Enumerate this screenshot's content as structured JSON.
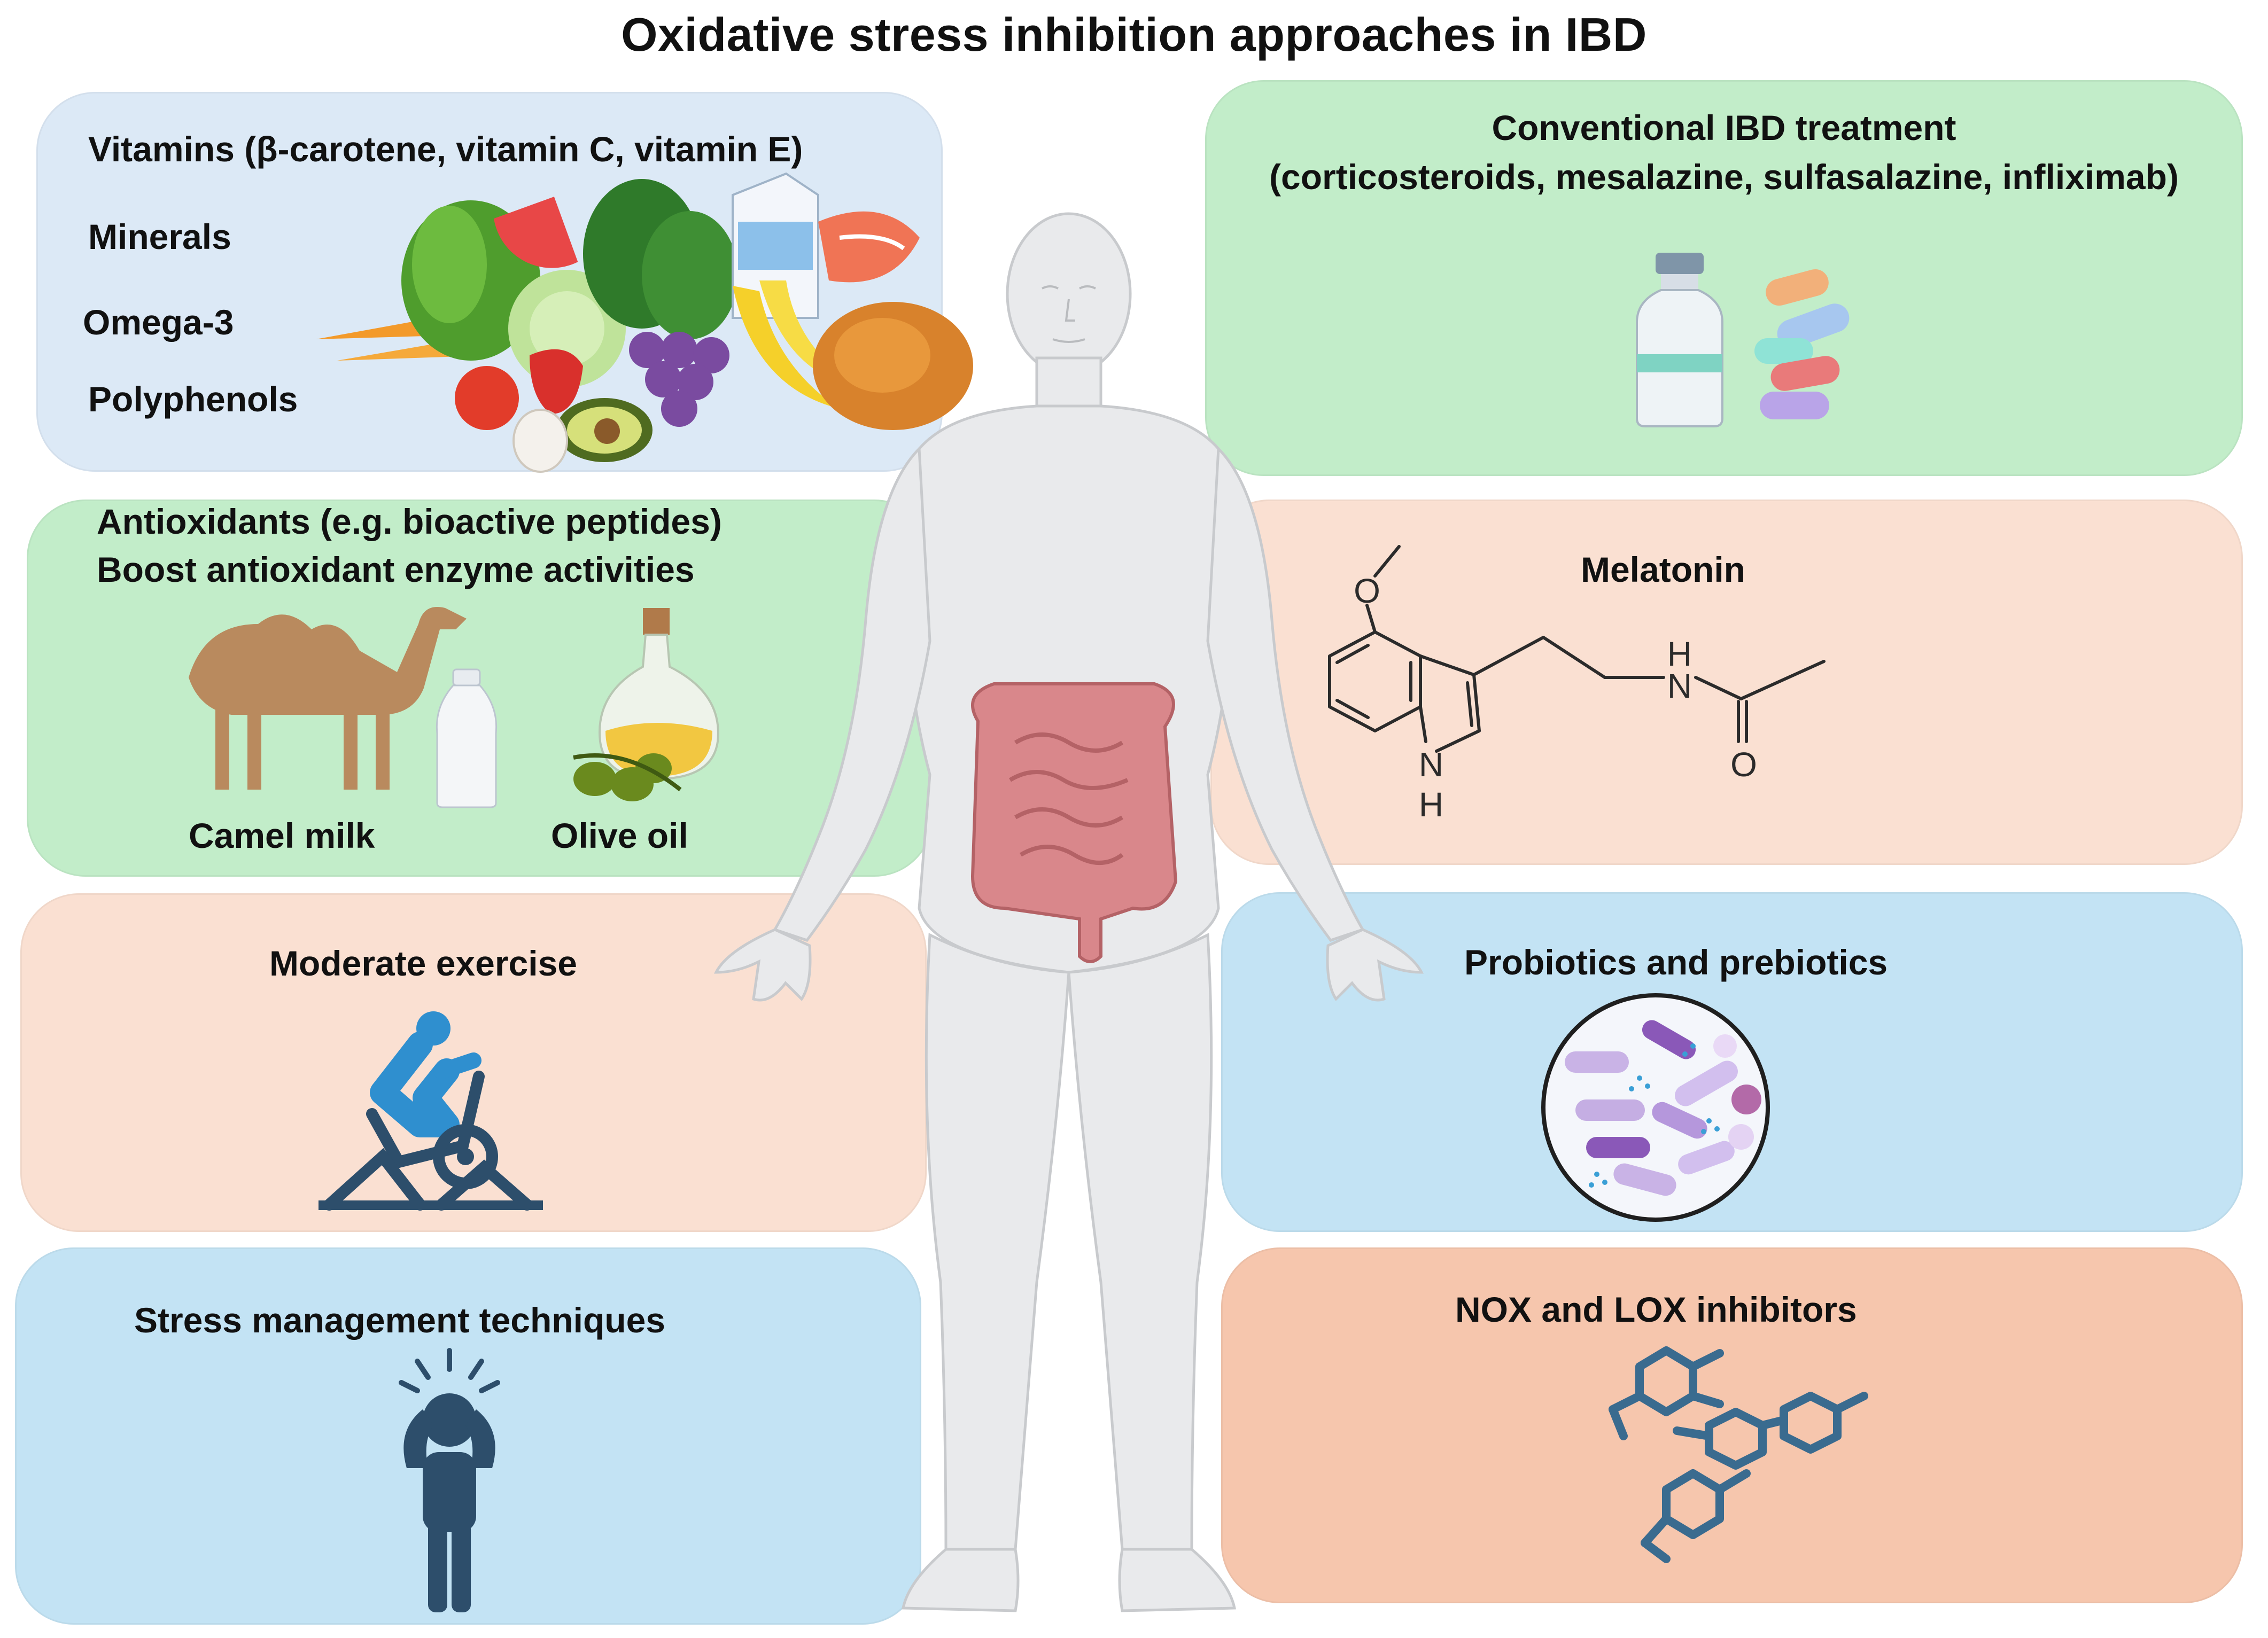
{
  "title": "Oxidative stress inhibition approaches in IBD",
  "panels": {
    "diet": {
      "items": [
        "Vitamins (β-carotene, vitamin C, vitamin E)",
        "Minerals",
        "Omega-3",
        "Polyphenols"
      ],
      "color": "#dce9f6"
    },
    "antioxidants": {
      "line1": "Antioxidants (e.g. bioactive peptides)",
      "line2": "Boost antioxidant enzyme activities",
      "camel_label": "Camel milk",
      "olive_label": "Olive oil",
      "color": "#c2edc9"
    },
    "exercise": {
      "label": "Moderate exercise",
      "color": "#fae0d2"
    },
    "stress": {
      "label": "Stress management techniques",
      "color": "#c3e3f4"
    },
    "conventional": {
      "line1": "Conventional IBD treatment",
      "line2": "(corticosteroids, mesalazine, sulfasalazine, infliximab)",
      "color": "#c2edc9"
    },
    "melatonin": {
      "label": "Melatonin",
      "atoms": {
        "o_top": "O",
        "n_amide": "N",
        "h_amide": "H",
        "o_carbonyl": "O",
        "n_ring": "N",
        "h_ring": "H"
      },
      "color": "#fae0d2"
    },
    "probiotics": {
      "label": "Probiotics and prebiotics",
      "color": "#c3e3f4"
    },
    "inhibitors": {
      "label": "NOX and LOX inhibitors",
      "color": "#f6c6ad"
    }
  },
  "icons": {
    "food": "food-group-icon",
    "camel": "camel-icon",
    "milk": "milk-bottle-icon",
    "olive": "olive-oil-icon",
    "exercise": "exercise-bike-icon",
    "stress": "stressed-person-icon",
    "drugs": "vial-and-pills-icon",
    "bacteria": "bacteria-petri-icon",
    "molecules": "molecule-structures-icon",
    "body": "human-body-icon"
  }
}
